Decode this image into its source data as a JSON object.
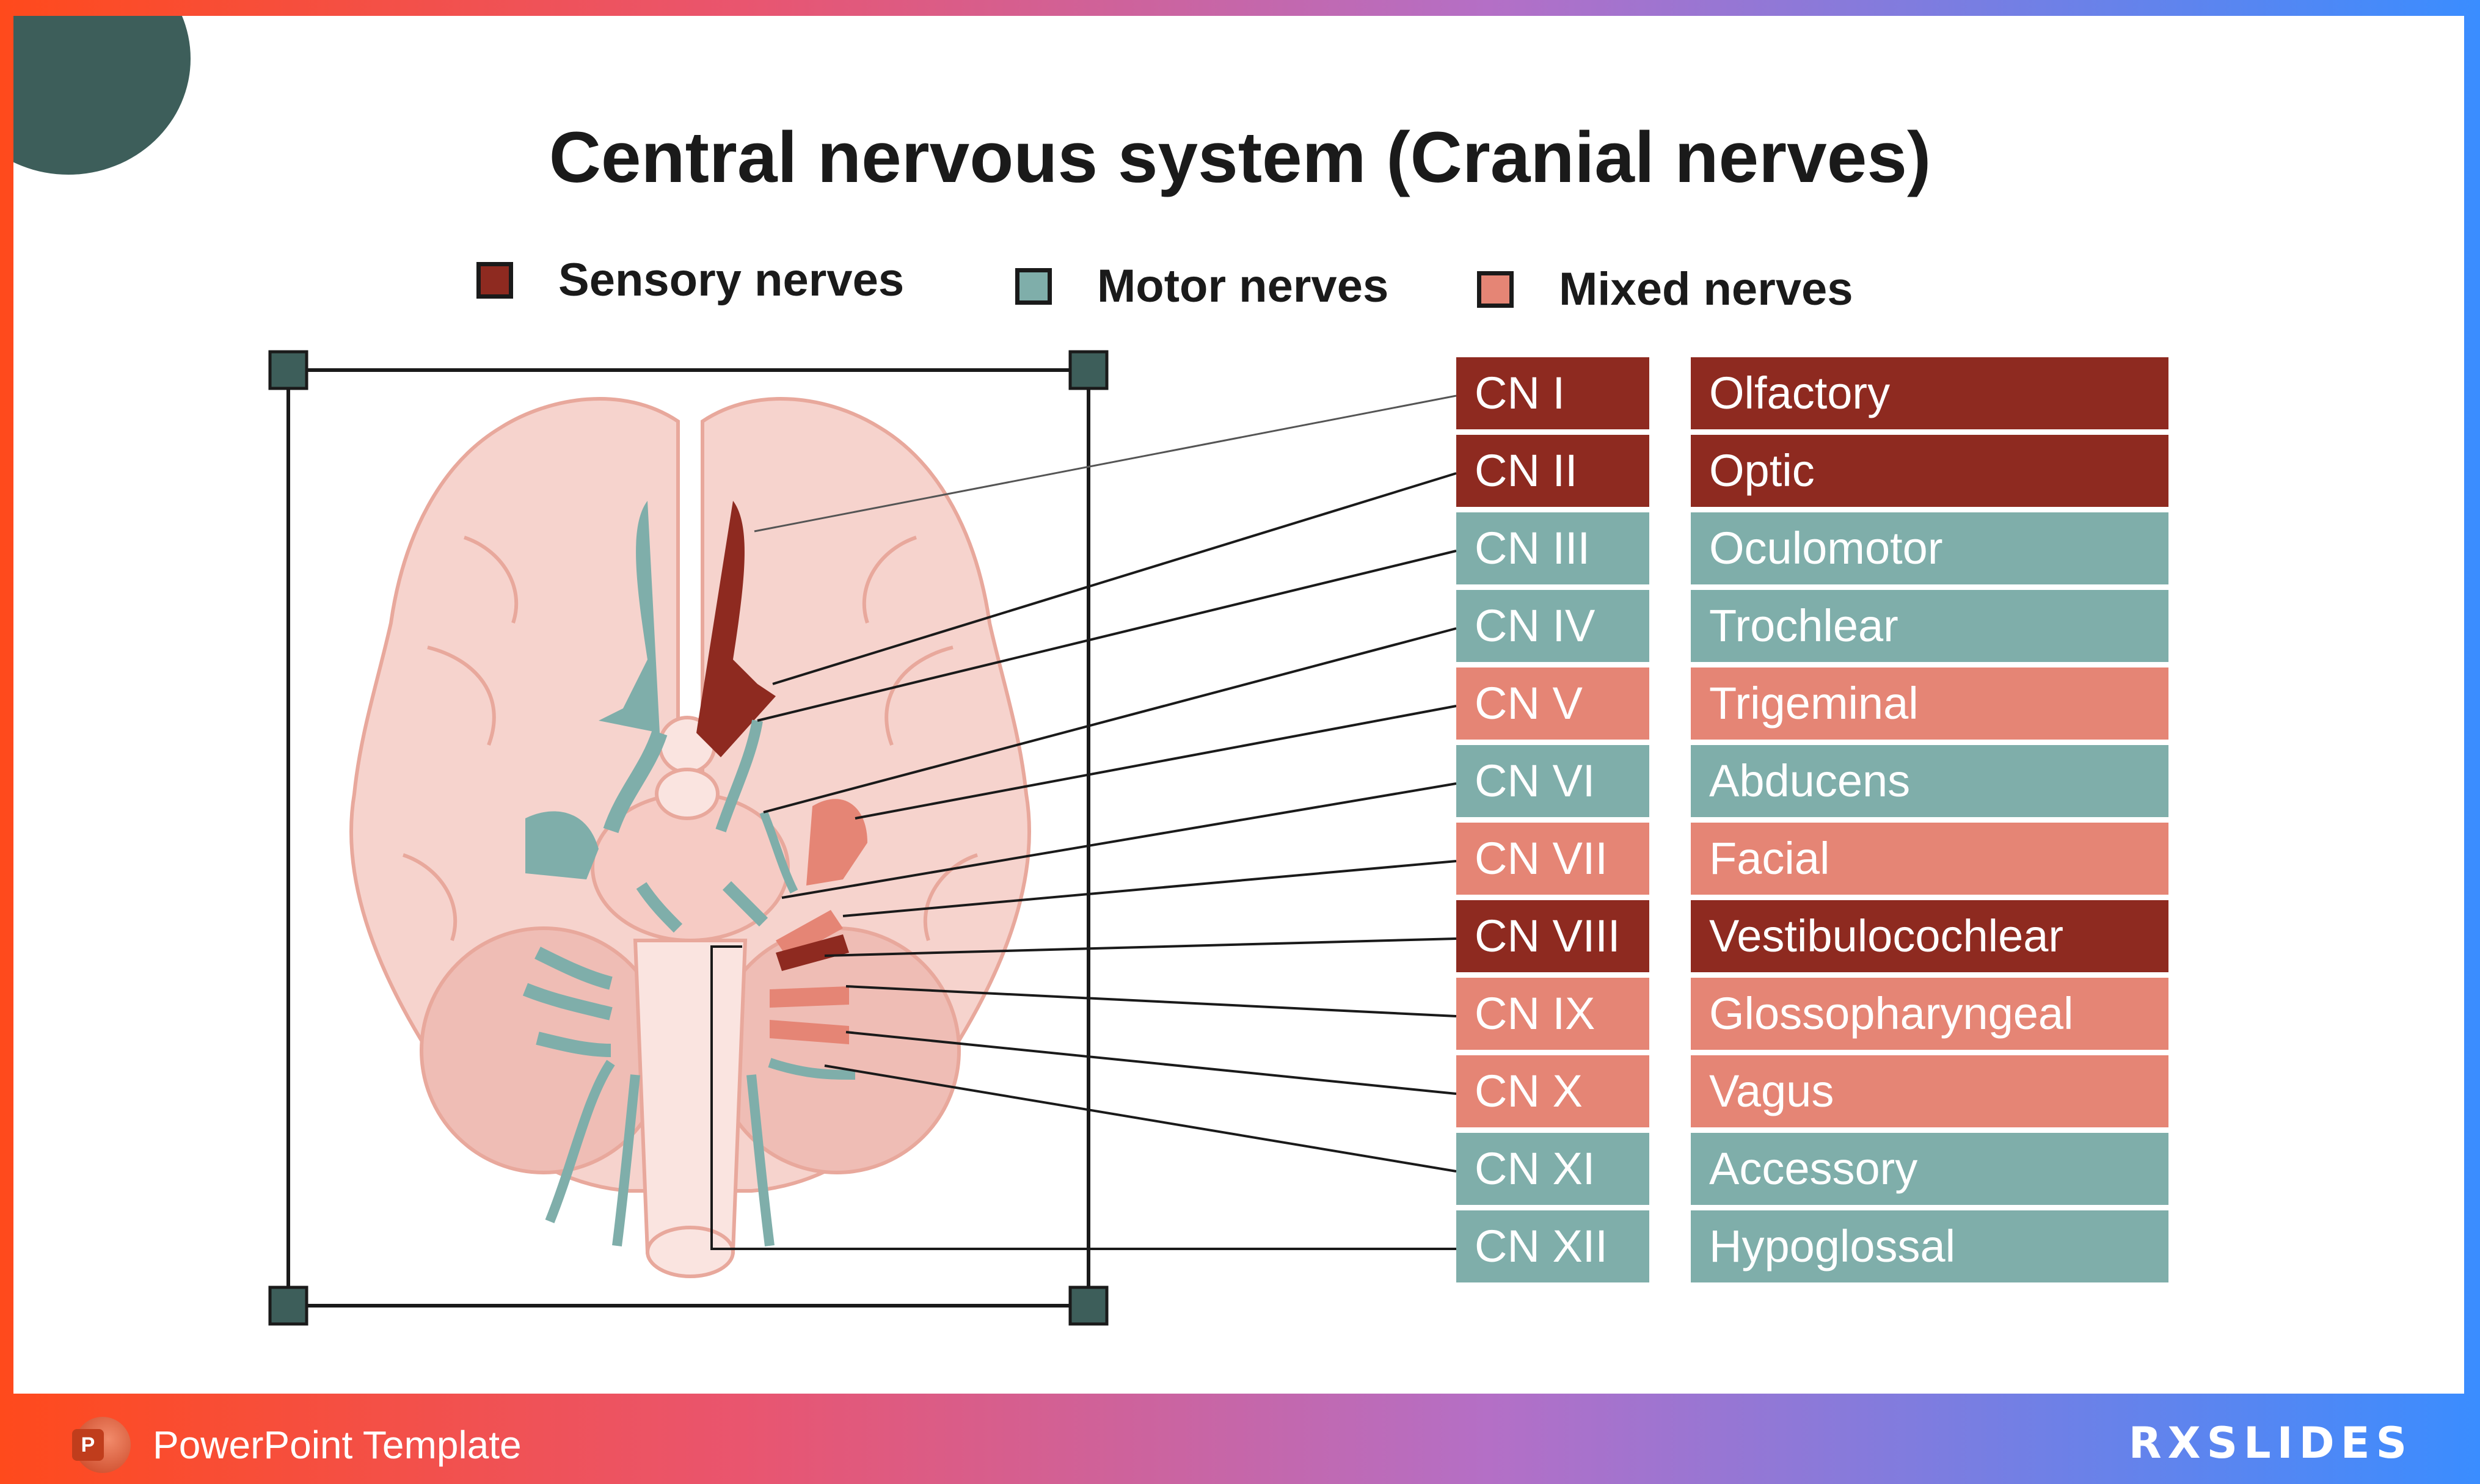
{
  "title": "Central nervous system (Cranial nerves)",
  "colors": {
    "sensory": "#8e2a20",
    "motor": "#7faeaa",
    "mixed": "#e58575",
    "dark_teal": "#3d5e5a",
    "brain_fill": "#f6d3cd",
    "brain_stroke": "#e8a89c"
  },
  "legend": [
    {
      "label": "Sensory nerves",
      "type": "sensory"
    },
    {
      "label": "Motor nerves",
      "type": "motor"
    },
    {
      "label": "Mixed nerves",
      "type": "mixed"
    }
  ],
  "nerves": [
    {
      "code": "CN I",
      "name": "Olfactory",
      "type": "sensory"
    },
    {
      "code": "CN II",
      "name": "Optic",
      "type": "sensory"
    },
    {
      "code": "CN III",
      "name": "Oculomotor",
      "type": "motor"
    },
    {
      "code": "CN IV",
      "name": "Trochlear",
      "type": "motor"
    },
    {
      "code": "CN V",
      "name": "Trigeminal",
      "type": "mixed"
    },
    {
      "code": "CN VI",
      "name": "Abducens",
      "type": "motor"
    },
    {
      "code": "CN VII",
      "name": "Facial",
      "type": "mixed"
    },
    {
      "code": "CN VIII",
      "name": "Vestibulocochlear",
      "type": "sensory"
    },
    {
      "code": "CN IX",
      "name": "Glossopharyngeal",
      "type": "mixed"
    },
    {
      "code": "CN X",
      "name": "Vagus",
      "type": "mixed"
    },
    {
      "code": "CN XI",
      "name": "Accessory",
      "type": "motor"
    },
    {
      "code": "CN XII",
      "name": "Hypoglossal",
      "type": "motor"
    }
  ],
  "footer": {
    "template_label": "PowerPoint Template",
    "app_icon": "powerpoint-icon",
    "app_icon_letter": "P",
    "brand": "RXSLIDES"
  }
}
